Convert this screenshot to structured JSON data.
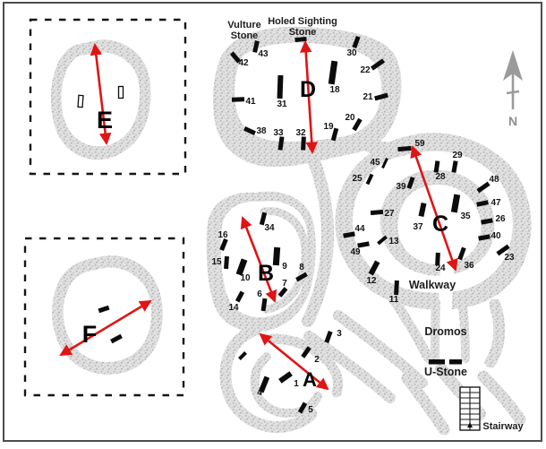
{
  "compass": {
    "label": "N"
  },
  "letters": {
    "A": "A",
    "B": "B",
    "C": "C",
    "D": "D",
    "E": "E",
    "F": "F"
  },
  "labels": {
    "vulture_stone": {
      "line1": "Vulture",
      "line2": "Stone"
    },
    "holed_sighting_stone": {
      "line1": "Holed Sighting",
      "line2": "Stone"
    },
    "walkway": "Walkway",
    "dromos": "Dromos",
    "u_stone": "U-Stone",
    "stairway": "Stairway"
  },
  "pillars": {
    "A": [
      "1",
      "2",
      "3",
      "4",
      "5"
    ],
    "B": [
      "6",
      "7",
      "8",
      "9",
      "10",
      "14",
      "15",
      "16",
      "34"
    ],
    "C": [
      "11",
      "12",
      "13",
      "23",
      "24",
      "25",
      "26",
      "27",
      "28",
      "29",
      "35",
      "36",
      "37",
      "39",
      "40",
      "44",
      "45",
      "47",
      "48",
      "49",
      "59"
    ],
    "D": [
      "18",
      "19",
      "20",
      "21",
      "22",
      "30",
      "31",
      "32",
      "33",
      "38",
      "41",
      "42",
      "43"
    ]
  },
  "colors": {
    "axis_arrow": "#e11414",
    "stone_fill": "#c9c9c9",
    "north_arrow": "#9b9b9b",
    "frame": "#4d4d4d"
  }
}
